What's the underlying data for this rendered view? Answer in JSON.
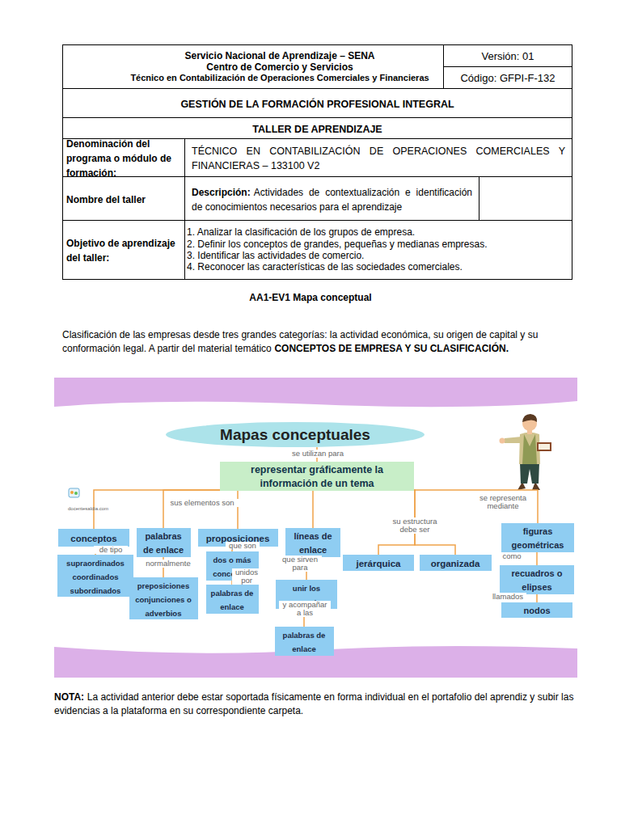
{
  "diagram": {
    "title": "AA1-EV1 Mapa conceptual",
    "nodes": [
      {
        "text": [
          "Servicio Nacional de Aprendizaje – SENA",
          "Centro de Comercio y Servicios",
          "Técnico en Contabilización de Operaciones Comerciales y Financieras"
        ]
      },
      {
        "text": [
          "Versión: 01"
        ]
      },
      {
        "text": [
          "Código: GFPI-F-132"
        ]
      },
      {
        "text": [
          "GESTIÓN DE LA FORMACIÓN PROFESIONAL INTEGRAL"
        ]
      },
      {
        "text": [
          "TALLER DE APRENDIZAJE"
        ]
      },
      {
        "text": [
          "Denominación del programa o módulo de formación:"
        ]
      },
      {
        "text": [
          "TÉCNICO EN CONTABILIZACIÓN DE OPERACIONES COMERCIALES Y FINANCIERAS – 133100 V2"
        ]
      },
      {
        "text": [
          "Nombre del taller"
        ]
      },
      {
        "text": [
          "Descripción:",
          "Actividades de contextualización e identificación de conocimientos necesarios para el aprendizaje"
        ]
      },
      {
        "text": [
          "Objetivo de aprendizaje del taller:"
        ]
      },
      {
        "text": [
          "1. Analizar la clasificación de los grupos de empresa.",
          "2. Definir los conceptos de grandes, pequeñas y medianas empresas.",
          "3. Identificar las actividades de comercio.",
          "4. Reconocer las características de las sociedades comerciales."
        ]
      },
      {
        "text": [
          "Mapas conceptuales"
        ]
      },
      {
        "text": [
          "representar gráficamente la información de un tema"
        ]
      },
      {
        "text": [
          "conceptos"
        ]
      },
      {
        "text": [
          "palabras de enlace"
        ]
      },
      {
        "text": [
          "proposiciones"
        ]
      },
      {
        "text": [
          "líneas de enlace"
        ]
      },
      {
        "text": [
          "jerárquica"
        ]
      },
      {
        "text": [
          "organizada"
        ]
      },
      {
        "text": [
          "figuras geométricas"
        ]
      },
      {
        "text": [
          "supraordinados coordinados subordinados"
        ]
      },
      {
        "text": [
          "preposiciones conjunciones o adverbios"
        ]
      },
      {
        "text": [
          "dos o más conceptos"
        ]
      },
      {
        "text": [
          "palabras de enlace"
        ]
      },
      {
        "text": [
          "unir los conceptos"
        ]
      },
      {
        "text": [
          "palabras de enlace"
        ]
      },
      {
        "text": [
          "recuadros o elipses"
        ]
      },
      {
        "text": [
          "nodos"
        ]
      }
    ],
    "edges": [
      {
        "from": 11,
        "to": 12,
        "label": "se utilizan para",
        "arrow": "none"
      },
      {
        "from": 12,
        "to": 13,
        "label": "sus elementos son",
        "arrow": "none"
      },
      {
        "from": 12,
        "to": 14,
        "arrow": "none"
      },
      {
        "from": 12,
        "to": 15,
        "arrow": "none"
      },
      {
        "from": 12,
        "to": 16,
        "arrow": "none"
      },
      {
        "from": 12,
        "to": 17,
        "label": "su estructura debe ser",
        "arrow": "none"
      },
      {
        "from": 12,
        "to": 18,
        "arrow": "none"
      },
      {
        "from": 12,
        "to": 19,
        "label": "se representa mediante",
        "arrow": "none"
      },
      {
        "from": 13,
        "to": 20,
        "label": "de tipo",
        "arrow": "none"
      },
      {
        "from": 14,
        "to": 21,
        "label": "normalmente",
        "arrow": "none"
      },
      {
        "from": 15,
        "to": 22,
        "label": "que son",
        "arrow": "none"
      },
      {
        "from": 22,
        "to": 23,
        "label": "unidos por",
        "arrow": "none"
      },
      {
        "from": 16,
        "to": 24,
        "label": "que sirven para",
        "arrow": "none"
      },
      {
        "from": 24,
        "to": 25,
        "label": "y acompañar a las",
        "arrow": "none"
      },
      {
        "from": 19,
        "to": 26,
        "label": "como",
        "arrow": "none"
      },
      {
        "from": 26,
        "to": 27,
        "label": "llamados",
        "arrow": "none"
      }
    ],
    "labels": [
      "SENA",
      "Clasificación de las empresas desde tres grandes categorías: la actividad económica, su origen de capital y su conformación legal. A partir del material temático",
      "CONCEPTOS DE EMPRESA Y SU CLASIFICACIÓN.",
      "docentesaldia.com",
      "NOTA:",
      "La actividad anterior debe estar soportada físicamente en forma individual en el portafolio del aprendiz y subir las evidencias a la plataforma en su correspondiente carpeta."
    ]
  }
}
